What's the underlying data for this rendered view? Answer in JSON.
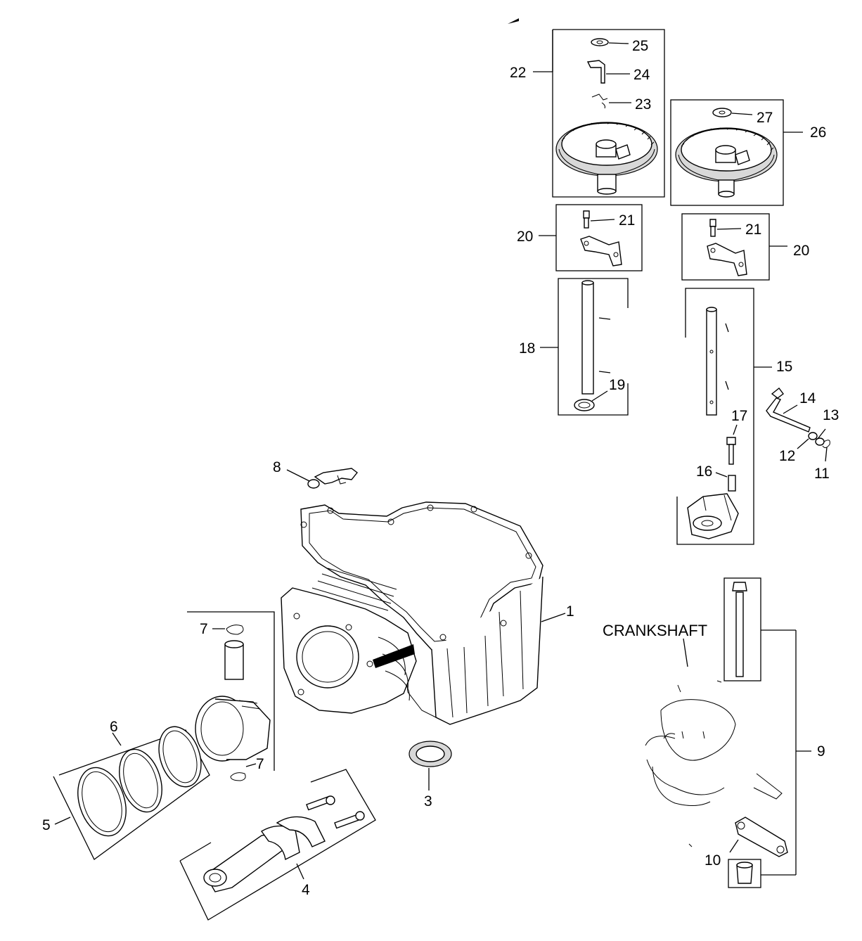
{
  "diagram": {
    "labels": {
      "l1": "1",
      "l3": "3",
      "l4": "4",
      "l5": "5",
      "l6": "6",
      "l7a": "7",
      "l7b": "7",
      "l8": "8",
      "l9": "9",
      "l10": "10",
      "l11": "11",
      "l12": "12",
      "l13": "13",
      "l14": "14",
      "l15": "15",
      "l16": "16",
      "l17": "17",
      "l18": "18",
      "l19": "19",
      "l20a": "20",
      "l20b": "20",
      "l21a": "21",
      "l21b": "21",
      "l22": "22",
      "l23": "23",
      "l24": "24",
      "l25": "25",
      "l26": "26",
      "l27": "27"
    },
    "crankshaft_label": "CRANKSHAFT"
  }
}
